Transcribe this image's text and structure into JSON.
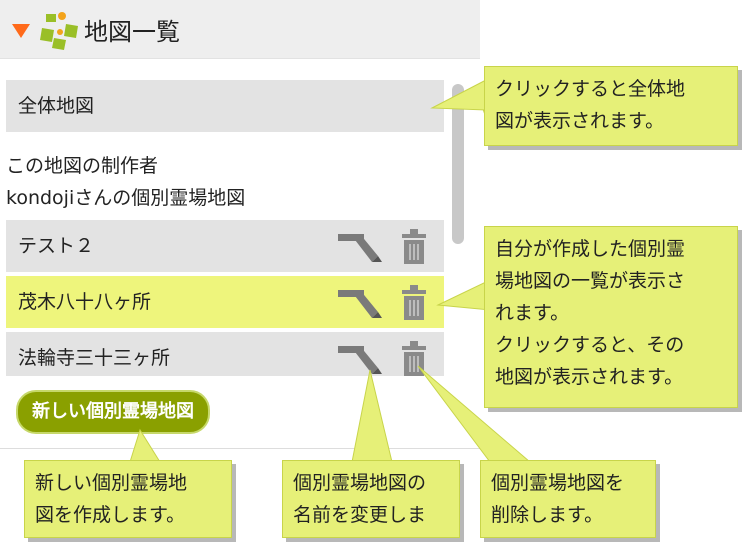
{
  "header": {
    "title": "地図一覧"
  },
  "list": {
    "overall_map_label": "全体地図",
    "author_line1": "この地図の制作者",
    "author_line2": "kondojiさんの個別霊場地図",
    "items": [
      {
        "label": "テスト２"
      },
      {
        "label": "茂木八十八ヶ所"
      },
      {
        "label": "法輪寺三十三ヶ所"
      }
    ],
    "new_button_label": "新しい個別霊場地図"
  },
  "callouts": {
    "overall": [
      "クリックすると全体地",
      "図が表示されます。"
    ],
    "list": [
      "自分が作成した個別霊",
      "場地図の一覧が表示さ",
      "れます。",
      "クリックすると、その",
      "地図が表示されます。"
    ],
    "new": [
      "新しい個別霊場地",
      "図を作成します。"
    ],
    "rename": [
      "個別霊場地図の",
      "名前を変更しま"
    ],
    "delete": [
      "個別霊場地図を",
      "削除します。"
    ]
  },
  "colors": {
    "accent_orange": "#ff6a1a",
    "highlight": "#eef57c",
    "button_green": "#8aa000",
    "callout_bg": "#e6f078"
  }
}
